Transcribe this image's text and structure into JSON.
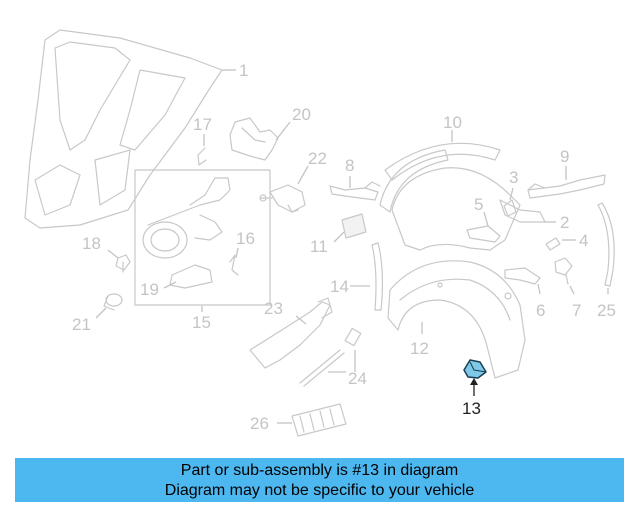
{
  "callouts": {
    "c1": "1",
    "c2": "2",
    "c3": "3",
    "c4": "4",
    "c5": "5",
    "c6": "6",
    "c7": "7",
    "c8": "8",
    "c9": "9",
    "c10": "10",
    "c11": "11",
    "c12": "12",
    "c13": "13",
    "c14": "14",
    "c15": "15",
    "c16": "16",
    "c17": "17",
    "c18": "18",
    "c19": "19",
    "c20": "20",
    "c21": "21",
    "c22": "22",
    "c23": "23",
    "c24": "24",
    "c25": "25",
    "c26": "26"
  },
  "highlighted_part": "13",
  "colors": {
    "banner": "#4db8f0",
    "highlight_part": "#7ec8e8",
    "dim_line": "#c8c8c8"
  },
  "banner": {
    "line1": "Part or sub-assembly is #13 in diagram",
    "line2": "Diagram may not be specific to your vehicle"
  }
}
